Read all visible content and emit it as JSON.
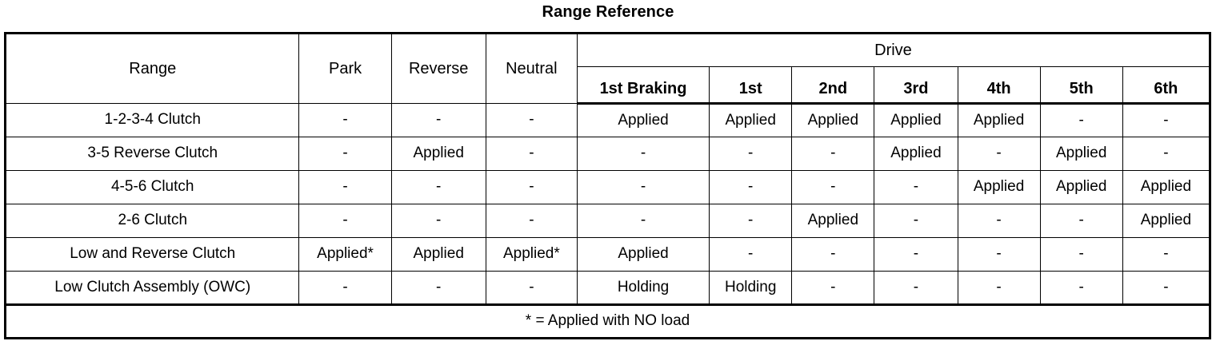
{
  "title": "Range Reference",
  "table": {
    "group_header": {
      "range_label": "Range",
      "park_label": "Park",
      "reverse_label": "Reverse",
      "neutral_label": "Neutral",
      "drive_label": "Drive"
    },
    "drive_subheaders": [
      "1st Braking",
      "1st",
      "2nd",
      "3rd",
      "4th",
      "5th",
      "6th"
    ],
    "columns": [
      "Range",
      "Park",
      "Reverse",
      "Neutral",
      "1st Braking",
      "1st",
      "2nd",
      "3rd",
      "4th",
      "5th",
      "6th"
    ],
    "rows": [
      {
        "label": "1-2-3-4 Clutch",
        "values": [
          "-",
          "-",
          "-",
          "Applied",
          "Applied",
          "Applied",
          "Applied",
          "Applied",
          "-",
          "-"
        ]
      },
      {
        "label": "3-5 Reverse Clutch",
        "values": [
          "-",
          "Applied",
          "-",
          "-",
          "-",
          "-",
          "Applied",
          "-",
          "Applied",
          "-"
        ]
      },
      {
        "label": "4-5-6 Clutch",
        "values": [
          "-",
          "-",
          "-",
          "-",
          "-",
          "-",
          "-",
          "Applied",
          "Applied",
          "Applied"
        ]
      },
      {
        "label": "2-6 Clutch",
        "values": [
          "-",
          "-",
          "-",
          "-",
          "-",
          "Applied",
          "-",
          "-",
          "-",
          "Applied"
        ]
      },
      {
        "label": "Low and Reverse Clutch",
        "values": [
          "Applied*",
          "Applied",
          "Applied*",
          "Applied",
          "-",
          "-",
          "-",
          "-",
          "-",
          "-"
        ]
      },
      {
        "label": "Low Clutch Assembly (OWC)",
        "values": [
          "-",
          "-",
          "-",
          "Holding",
          "Holding",
          "-",
          "-",
          "-",
          "-",
          "-"
        ]
      }
    ],
    "footnote": "* = Applied with NO load"
  },
  "colors": {
    "text": "#000000",
    "background": "#ffffff",
    "border": "#000000"
  }
}
